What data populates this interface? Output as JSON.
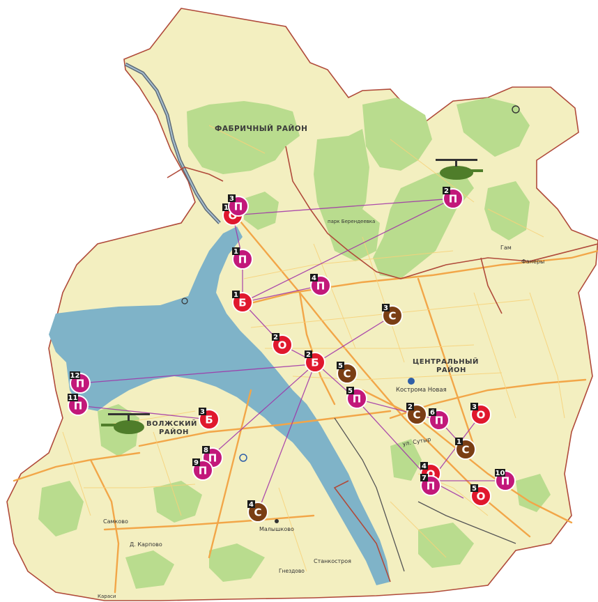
{
  "districts": [
    {
      "label": "ФАБРИЧНЫЙ РАЙОН"
    },
    {
      "label": "ЦЕНТРАЛЬНЫЙ"
    },
    {
      "label": "РАЙОН"
    },
    {
      "label": "ВОЛЖСКИЙ"
    },
    {
      "label": "РАЙОН"
    }
  ],
  "place_labels": [
    {
      "label": "Кострома Новая"
    },
    {
      "label": "ул. Сутыр"
    },
    {
      "label": "Самково"
    },
    {
      "label": "Д. Карпово"
    },
    {
      "label": "Малышково"
    },
    {
      "label": "Станкостроя"
    },
    {
      "label": "Гнездово"
    },
    {
      "label": "Гам"
    },
    {
      "label": "Фанеры"
    },
    {
      "label": "парк Берендеевка"
    },
    {
      "label": "Караси"
    }
  ],
  "markers": [
    {
      "type": "О",
      "number": "1",
      "color": "#e0182d"
    },
    {
      "type": "П",
      "number": "3",
      "color": "#c2187a"
    },
    {
      "type": "П",
      "number": "2",
      "color": "#c2187a"
    },
    {
      "type": "П",
      "number": "1",
      "color": "#c2187a"
    },
    {
      "type": "П",
      "number": "4",
      "color": "#c2187a"
    },
    {
      "type": "Б",
      "number": "1",
      "color": "#e0182d"
    },
    {
      "type": "С",
      "number": "3",
      "color": "#7a3e14"
    },
    {
      "type": "О",
      "number": "2",
      "color": "#e0182d"
    },
    {
      "type": "Б",
      "number": "2",
      "color": "#e0182d"
    },
    {
      "type": "С",
      "number": "5",
      "color": "#7a3e14"
    },
    {
      "type": "П",
      "number": "12",
      "color": "#c2187a"
    },
    {
      "type": "П",
      "number": "11",
      "color": "#c2187a"
    },
    {
      "type": "П",
      "number": "5",
      "color": "#c2187a"
    },
    {
      "type": "Б",
      "number": "3",
      "color": "#e0182d"
    },
    {
      "type": "С",
      "number": "2",
      "color": "#7a3e14"
    },
    {
      "type": "П",
      "number": "6",
      "color": "#c2187a"
    },
    {
      "type": "О",
      "number": "3",
      "color": "#e0182d"
    },
    {
      "type": "П",
      "number": "8",
      "color": "#c2187a"
    },
    {
      "type": "П",
      "number": "9",
      "color": "#c2187a"
    },
    {
      "type": "С",
      "number": "1",
      "color": "#7a3e14"
    },
    {
      "type": "О",
      "number": "4",
      "color": "#e0182d"
    },
    {
      "type": "П",
      "number": "7",
      "color": "#c2187a"
    },
    {
      "type": "П",
      "number": "10",
      "color": "#c2187a"
    },
    {
      "type": "О",
      "number": "5",
      "color": "#e0182d"
    },
    {
      "type": "С",
      "number": "4",
      "color": "#7a3e14"
    }
  ],
  "icons": [
    "helicopter-icon",
    "metro-station-icon",
    "stadium-icon"
  ],
  "colors": {
    "water": "#7fb3c8",
    "park": "#b9dc8e",
    "land": "#f3efc0",
    "road_major": "#f2a648",
    "boundary": "#b04a3a",
    "route_line": "#a030a8"
  }
}
